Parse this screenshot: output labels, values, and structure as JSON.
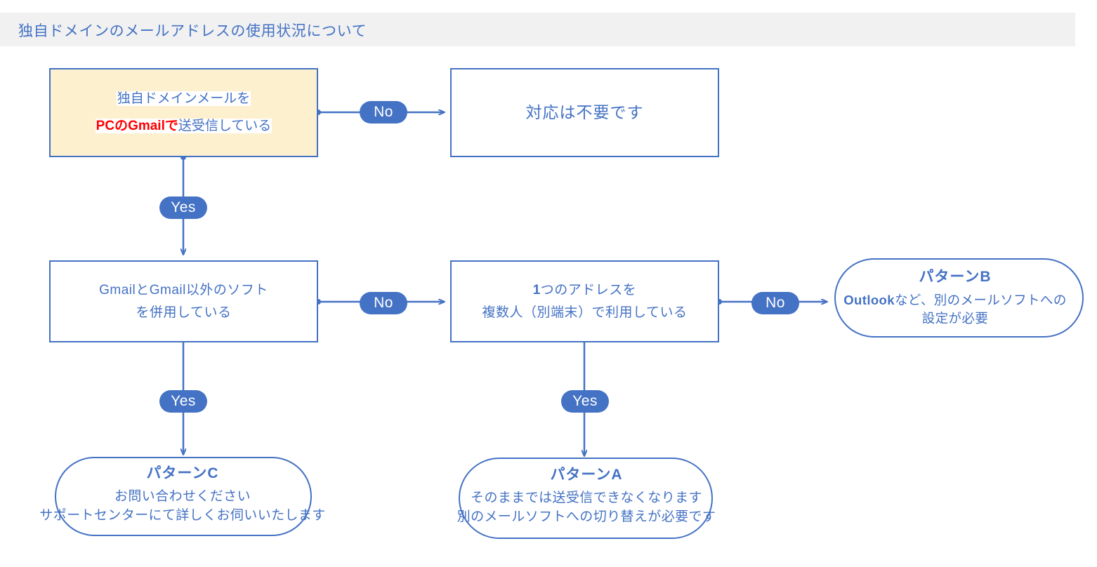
{
  "header": {
    "title": "独自ドメインのメールアドレスの使用状況について"
  },
  "nodes": {
    "start": {
      "line1": "独自ドメインメールを",
      "line2_red": "PCのGmailで",
      "line2_rest": "送受信している"
    },
    "no_action": {
      "label": "対応は不要です"
    },
    "both_software": {
      "line1": "GmailとGmail以外のソフト",
      "line2": "を併用している"
    },
    "shared_address": {
      "line1_num": "1",
      "line1_rest": "つのアドレスを",
      "line2": "複数人（別端末）で利用している"
    },
    "pattern_a": {
      "title": "パターンA",
      "line1": "そのままでは送受信できなくなります",
      "line2": "別のメールソフトへの切り替えが必要です"
    },
    "pattern_b": {
      "title": "パターンB",
      "line1_bold": "Outlook",
      "line1_rest": "など、別のメールソフトへの",
      "line2": "設定が必要"
    },
    "pattern_c": {
      "title": "パターンC",
      "line1": "お問い合わせください",
      "line2": "サポートセンターにて詳しくお伺いいたします"
    }
  },
  "edges": {
    "start_to_no_action": "No",
    "start_to_both": "Yes",
    "both_to_shared": "No",
    "both_to_pattern_c": "Yes",
    "shared_to_pattern_b": "No",
    "shared_to_pattern_a": "Yes"
  },
  "colors": {
    "accent": "#4472C4",
    "highlight_fill": "#FDF0CE",
    "header_band": "#F1F1F1",
    "alert_text": "#FF0000",
    "badge_text": "#FFFFFF"
  }
}
